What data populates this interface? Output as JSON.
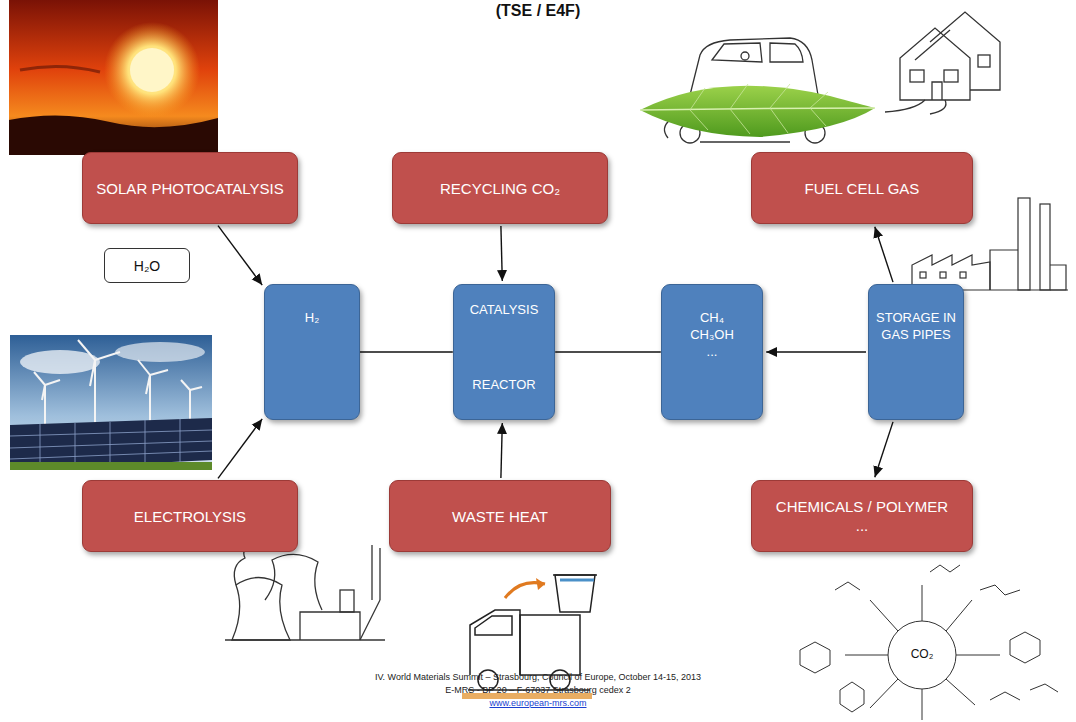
{
  "diagram": {
    "title": "(TSE / E4F)",
    "nodes": [
      {
        "text": [
          "SOLAR PHOTOCATALYSIS"
        ]
      },
      {
        "text": [
          "RECYCLING CO₂"
        ]
      },
      {
        "text": [
          "FUEL CELL GAS"
        ]
      },
      {
        "text": [
          "H₂O"
        ]
      },
      {
        "text": [
          "H₂"
        ]
      },
      {
        "text": [
          "CATALYSIS",
          "REACTOR"
        ]
      },
      {
        "text": [
          "CH₄",
          "CH₃OH",
          "..."
        ]
      },
      {
        "text": [
          "STORAGE IN GAS PIPES"
        ]
      },
      {
        "text": [
          "ELECTROLYSIS"
        ]
      },
      {
        "text": [
          "WASTE HEAT"
        ]
      },
      {
        "text": [
          "CHEMICALS / POLYMER",
          "..."
        ]
      }
    ],
    "edges": [
      {
        "from": 0,
        "to": 4,
        "arrow": "to"
      },
      {
        "from": 8,
        "to": 4,
        "arrow": "to"
      },
      {
        "from": 1,
        "to": 5,
        "arrow": "to"
      },
      {
        "from": 9,
        "to": 5,
        "arrow": "to"
      },
      {
        "from": 4,
        "to": 5,
        "arrow": "none"
      },
      {
        "from": 5,
        "to": 6,
        "arrow": "none"
      },
      {
        "from": 7,
        "to": 6,
        "arrow": "to"
      },
      {
        "from": 7,
        "to": 2,
        "arrow": "to"
      },
      {
        "from": 7,
        "to": 10,
        "arrow": "to"
      }
    ],
    "labels": [
      "IV. World Materials Summit – Strasbourg, Council of Europe, October 14-15, 2013",
      "E-MRS - BP 20 – F-67037 Strasbourg cedex 2",
      "www.european-mrs.com",
      "CO₂"
    ]
  }
}
